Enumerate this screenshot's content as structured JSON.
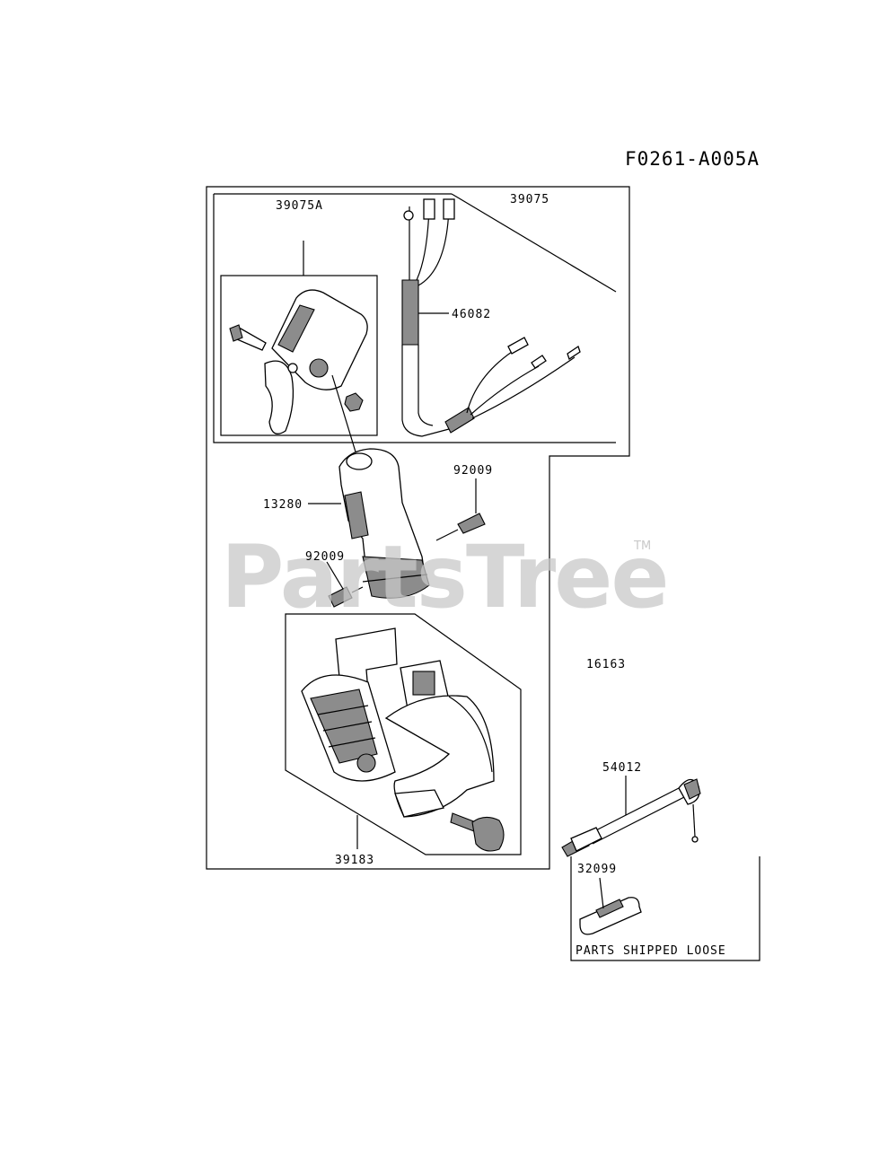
{
  "diagram_code": "F0261-A005A",
  "watermark": "PartsTree",
  "trademark": "TM",
  "parts_shipped_loose": "PARTS SHIPPED LOOSE",
  "labels": {
    "p39075": "39075",
    "p39075A": "39075A",
    "p46082": "46082",
    "p92009a": "92009",
    "p13280": "13280",
    "p92009b": "92009",
    "p16163": "16163",
    "p54012": "54012",
    "p39183": "39183",
    "p32099": "32099"
  }
}
